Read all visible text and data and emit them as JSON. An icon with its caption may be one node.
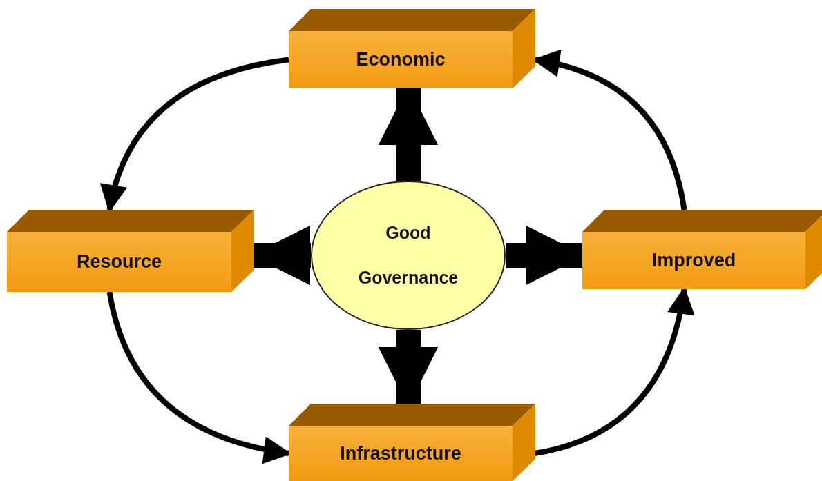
{
  "diagram": {
    "nodes": [
      {
        "text": [
          "Economic"
        ]
      },
      {
        "text": [
          "Resource"
        ]
      },
      {
        "text": [
          "Good Governance"
        ]
      },
      {
        "text": [
          "Improved"
        ]
      },
      {
        "text": [
          "Infrastructure"
        ]
      }
    ],
    "edges": [
      {
        "from": 2,
        "to": 0,
        "arrow": "to",
        "style": "thick"
      },
      {
        "from": 2,
        "to": 1,
        "arrow": "to",
        "style": "thick"
      },
      {
        "from": 2,
        "to": 3,
        "arrow": "to",
        "style": "thick"
      },
      {
        "from": 2,
        "to": 4,
        "arrow": "to",
        "style": "thick"
      },
      {
        "from": 0,
        "to": 1,
        "arrow": "to"
      },
      {
        "from": 1,
        "to": 4,
        "arrow": "to"
      },
      {
        "from": 4,
        "to": 3,
        "arrow": "to"
      },
      {
        "from": 3,
        "to": 0,
        "arrow": "to"
      }
    ]
  }
}
